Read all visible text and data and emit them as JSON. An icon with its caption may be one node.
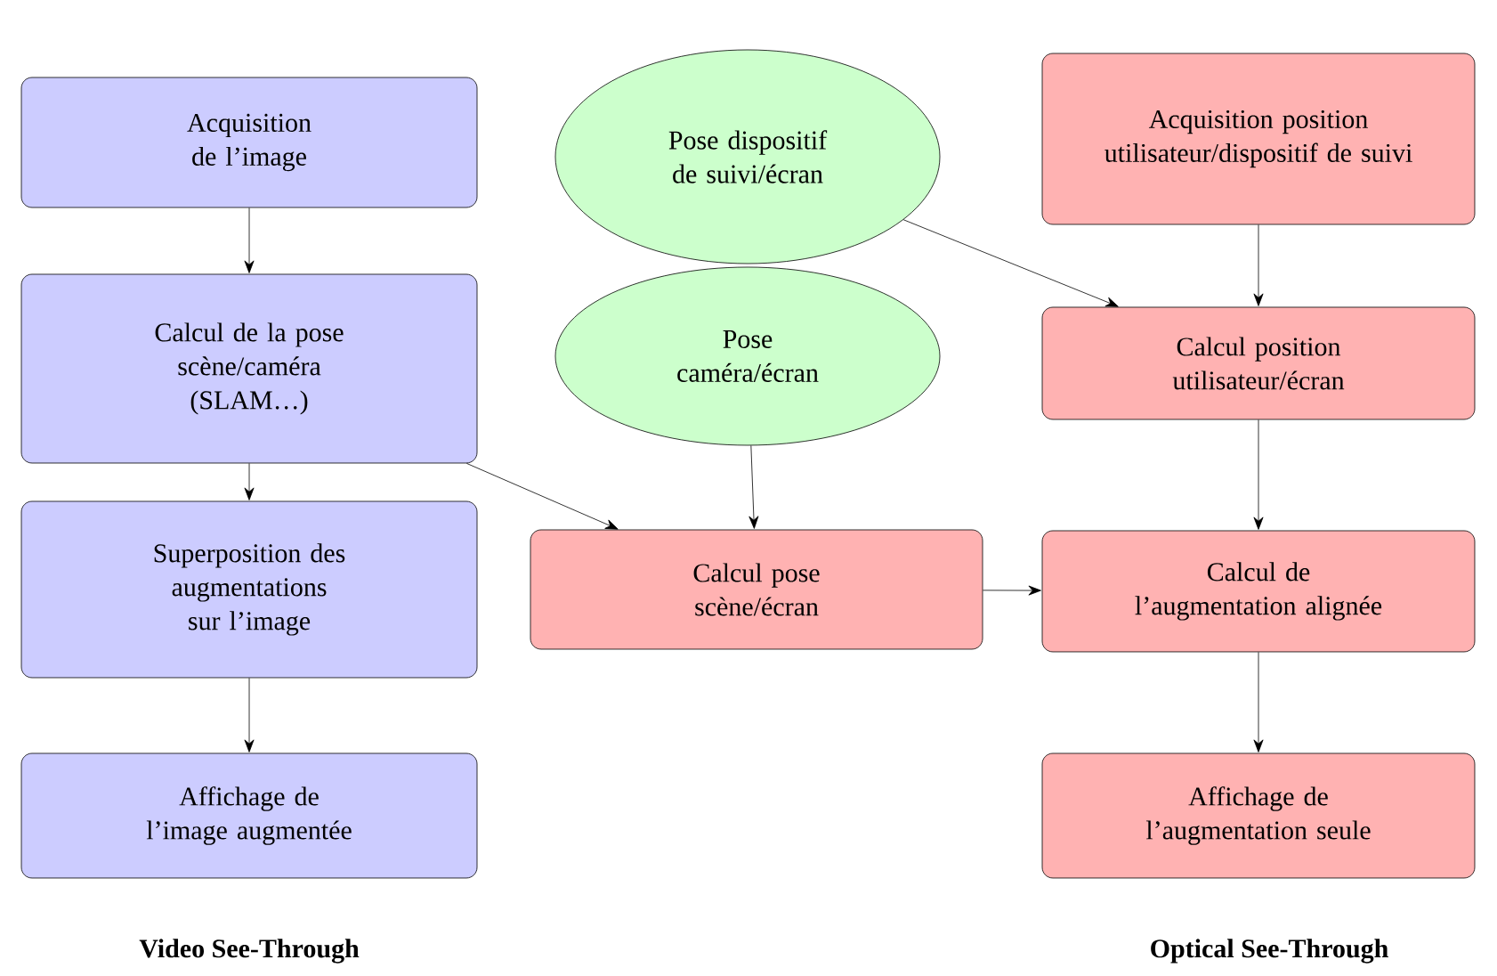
{
  "diagram": {
    "nodes": [
      {
        "text": [
          "Acquisition de l’image"
        ]
      },
      {
        "text": [
          "Calcul de la pose scène/caméra (SLAM…)"
        ]
      },
      {
        "text": [
          "Superposition des augmentations sur l’image"
        ]
      },
      {
        "text": [
          "Affichage de l’image augmentée"
        ]
      },
      {
        "text": [
          "Pose dispositif de suivi/écran"
        ]
      },
      {
        "text": [
          "Pose caméra/écran"
        ]
      },
      {
        "text": [
          "Calcul pose scène/écran"
        ]
      },
      {
        "text": [
          "Acquisition position utilisateur/dispositif de suivi"
        ]
      },
      {
        "text": [
          "Calcul position utilisateur/écran"
        ]
      },
      {
        "text": [
          "Calcul de l’augmentation alignée"
        ]
      },
      {
        "text": [
          "Affichage de l’augmentation seule"
        ]
      }
    ],
    "edges": [
      {
        "from": 0,
        "to": 1,
        "arrow": "to"
      },
      {
        "from": 1,
        "to": 2,
        "arrow": "to"
      },
      {
        "from": 2,
        "to": 3,
        "arrow": "to"
      },
      {
        "from": 1,
        "to": 6,
        "arrow": "to"
      },
      {
        "from": 5,
        "to": 6,
        "arrow": "to"
      },
      {
        "from": 6,
        "to": 9,
        "arrow": "to"
      },
      {
        "from": 4,
        "to": 8,
        "arrow": "to"
      },
      {
        "from": 7,
        "to": 8,
        "arrow": "to"
      },
      {
        "from": 8,
        "to": 9,
        "arrow": "to"
      },
      {
        "from": 9,
        "to": 10,
        "arrow": "to"
      }
    ],
    "labels": [
      "Video See-Through",
      "Optical See-Through"
    ]
  }
}
